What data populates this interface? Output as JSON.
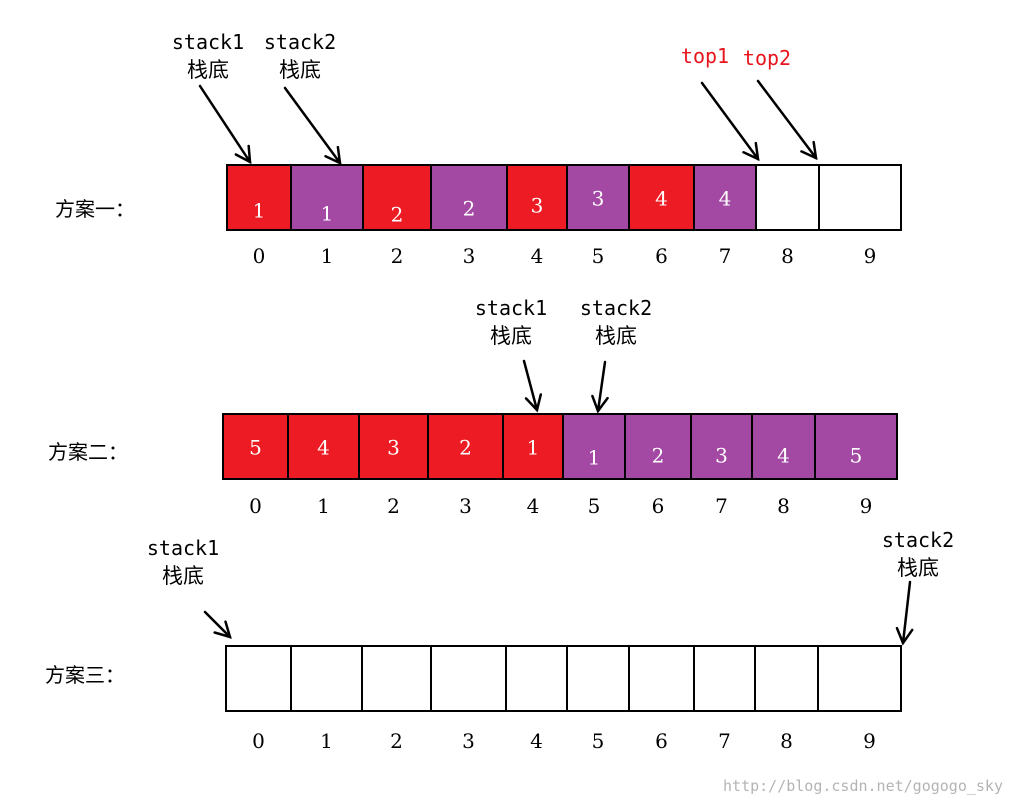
{
  "colors": {
    "stack1": "#ed1c24",
    "stack2": "#a349a4",
    "empty": "#ffffff",
    "pointer_label": "#e8141c"
  },
  "schemes": [
    {
      "label": "方案一：",
      "cells": [
        {
          "index": "0",
          "value": "1",
          "stack": "stack1"
        },
        {
          "index": "1",
          "value": "1",
          "stack": "stack2"
        },
        {
          "index": "2",
          "value": "2",
          "stack": "stack1"
        },
        {
          "index": "3",
          "value": "2",
          "stack": "stack2"
        },
        {
          "index": "4",
          "value": "3",
          "stack": "stack1"
        },
        {
          "index": "5",
          "value": "3",
          "stack": "stack2"
        },
        {
          "index": "6",
          "value": "4",
          "stack": "stack1"
        },
        {
          "index": "7",
          "value": "4",
          "stack": "stack2"
        },
        {
          "index": "8",
          "value": "",
          "stack": "empty"
        },
        {
          "index": "9",
          "value": "",
          "stack": "empty"
        }
      ],
      "annotations": [
        {
          "line1": "stack1",
          "line2": "栈底",
          "target_cell": 0
        },
        {
          "line1": "stack2",
          "line2": "栈底",
          "target_cell": 1
        },
        {
          "line1": "top1",
          "line2": "",
          "target_cell": 8,
          "color": "red"
        },
        {
          "line1": "top2",
          "line2": "",
          "target_cell": 9,
          "color": "red"
        }
      ]
    },
    {
      "label": "方案二：",
      "cells": [
        {
          "index": "0",
          "value": "5",
          "stack": "stack1"
        },
        {
          "index": "1",
          "value": "4",
          "stack": "stack1"
        },
        {
          "index": "2",
          "value": "3",
          "stack": "stack1"
        },
        {
          "index": "3",
          "value": "2",
          "stack": "stack1"
        },
        {
          "index": "4",
          "value": "1",
          "stack": "stack1"
        },
        {
          "index": "5",
          "value": "1",
          "stack": "stack2"
        },
        {
          "index": "6",
          "value": "2",
          "stack": "stack2"
        },
        {
          "index": "7",
          "value": "3",
          "stack": "stack2"
        },
        {
          "index": "8",
          "value": "4",
          "stack": "stack2"
        },
        {
          "index": "9",
          "value": "5",
          "stack": "stack2"
        }
      ],
      "annotations": [
        {
          "line1": "stack1",
          "line2": "栈底",
          "target_cell": 4
        },
        {
          "line1": "stack2",
          "line2": "栈底",
          "target_cell": 5
        }
      ]
    },
    {
      "label": "方案三：",
      "cells": [
        {
          "index": "0",
          "value": "",
          "stack": "empty"
        },
        {
          "index": "1",
          "value": "",
          "stack": "empty"
        },
        {
          "index": "2",
          "value": "",
          "stack": "empty"
        },
        {
          "index": "3",
          "value": "",
          "stack": "empty"
        },
        {
          "index": "4",
          "value": "",
          "stack": "empty"
        },
        {
          "index": "5",
          "value": "",
          "stack": "empty"
        },
        {
          "index": "6",
          "value": "",
          "stack": "empty"
        },
        {
          "index": "7",
          "value": "",
          "stack": "empty"
        },
        {
          "index": "8",
          "value": "",
          "stack": "empty"
        },
        {
          "index": "9",
          "value": "",
          "stack": "empty"
        }
      ],
      "annotations": [
        {
          "line1": "stack1",
          "line2": "栈底",
          "target_cell": 0
        },
        {
          "line1": "stack2",
          "line2": "栈底",
          "target_cell": 9
        }
      ]
    }
  ],
  "watermark": "http://blog.csdn.net/gogogo_sky"
}
